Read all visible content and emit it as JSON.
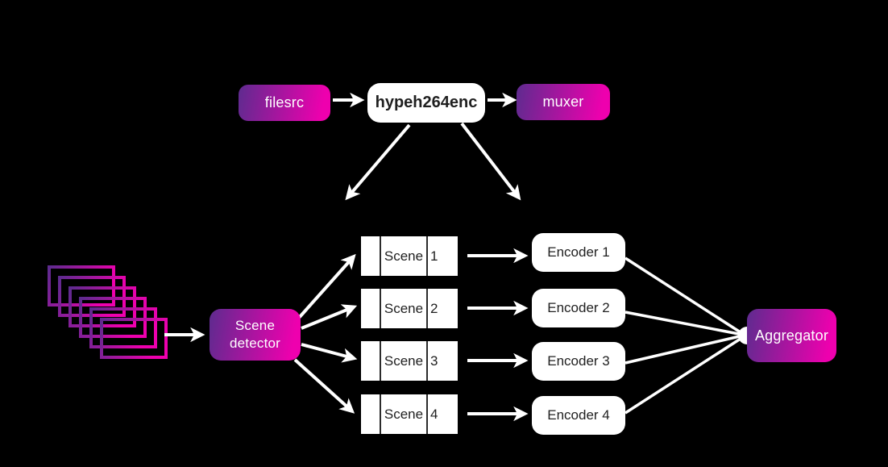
{
  "colors": {
    "canvas_bg": "#000000",
    "gradient_start": "#5e2b8f",
    "gradient_end": "#ee00ae",
    "box_bg": "#ffffff",
    "text_dark": "#1f1f1f",
    "arrow": "#ffffff"
  },
  "icons": {
    "input_frames": "video-frames-stack-icon",
    "connectors": "white-arrow-connectors"
  },
  "top_pipeline": {
    "filesrc": "filesrc",
    "encoder_element": "hypeh264enc",
    "muxer": "muxer"
  },
  "scene_detector": {
    "line1": "Scene",
    "line2": "detector"
  },
  "scenes": [
    {
      "label": "Scene",
      "number": "1"
    },
    {
      "label": "Scene",
      "number": "2"
    },
    {
      "label": "Scene",
      "number": "3"
    },
    {
      "label": "Scene",
      "number": "4"
    }
  ],
  "encoders": [
    {
      "label": "Encoder 1"
    },
    {
      "label": "Encoder 2"
    },
    {
      "label": "Encoder 3"
    },
    {
      "label": "Encoder 4"
    }
  ],
  "aggregator": {
    "label": "Aggregator"
  }
}
